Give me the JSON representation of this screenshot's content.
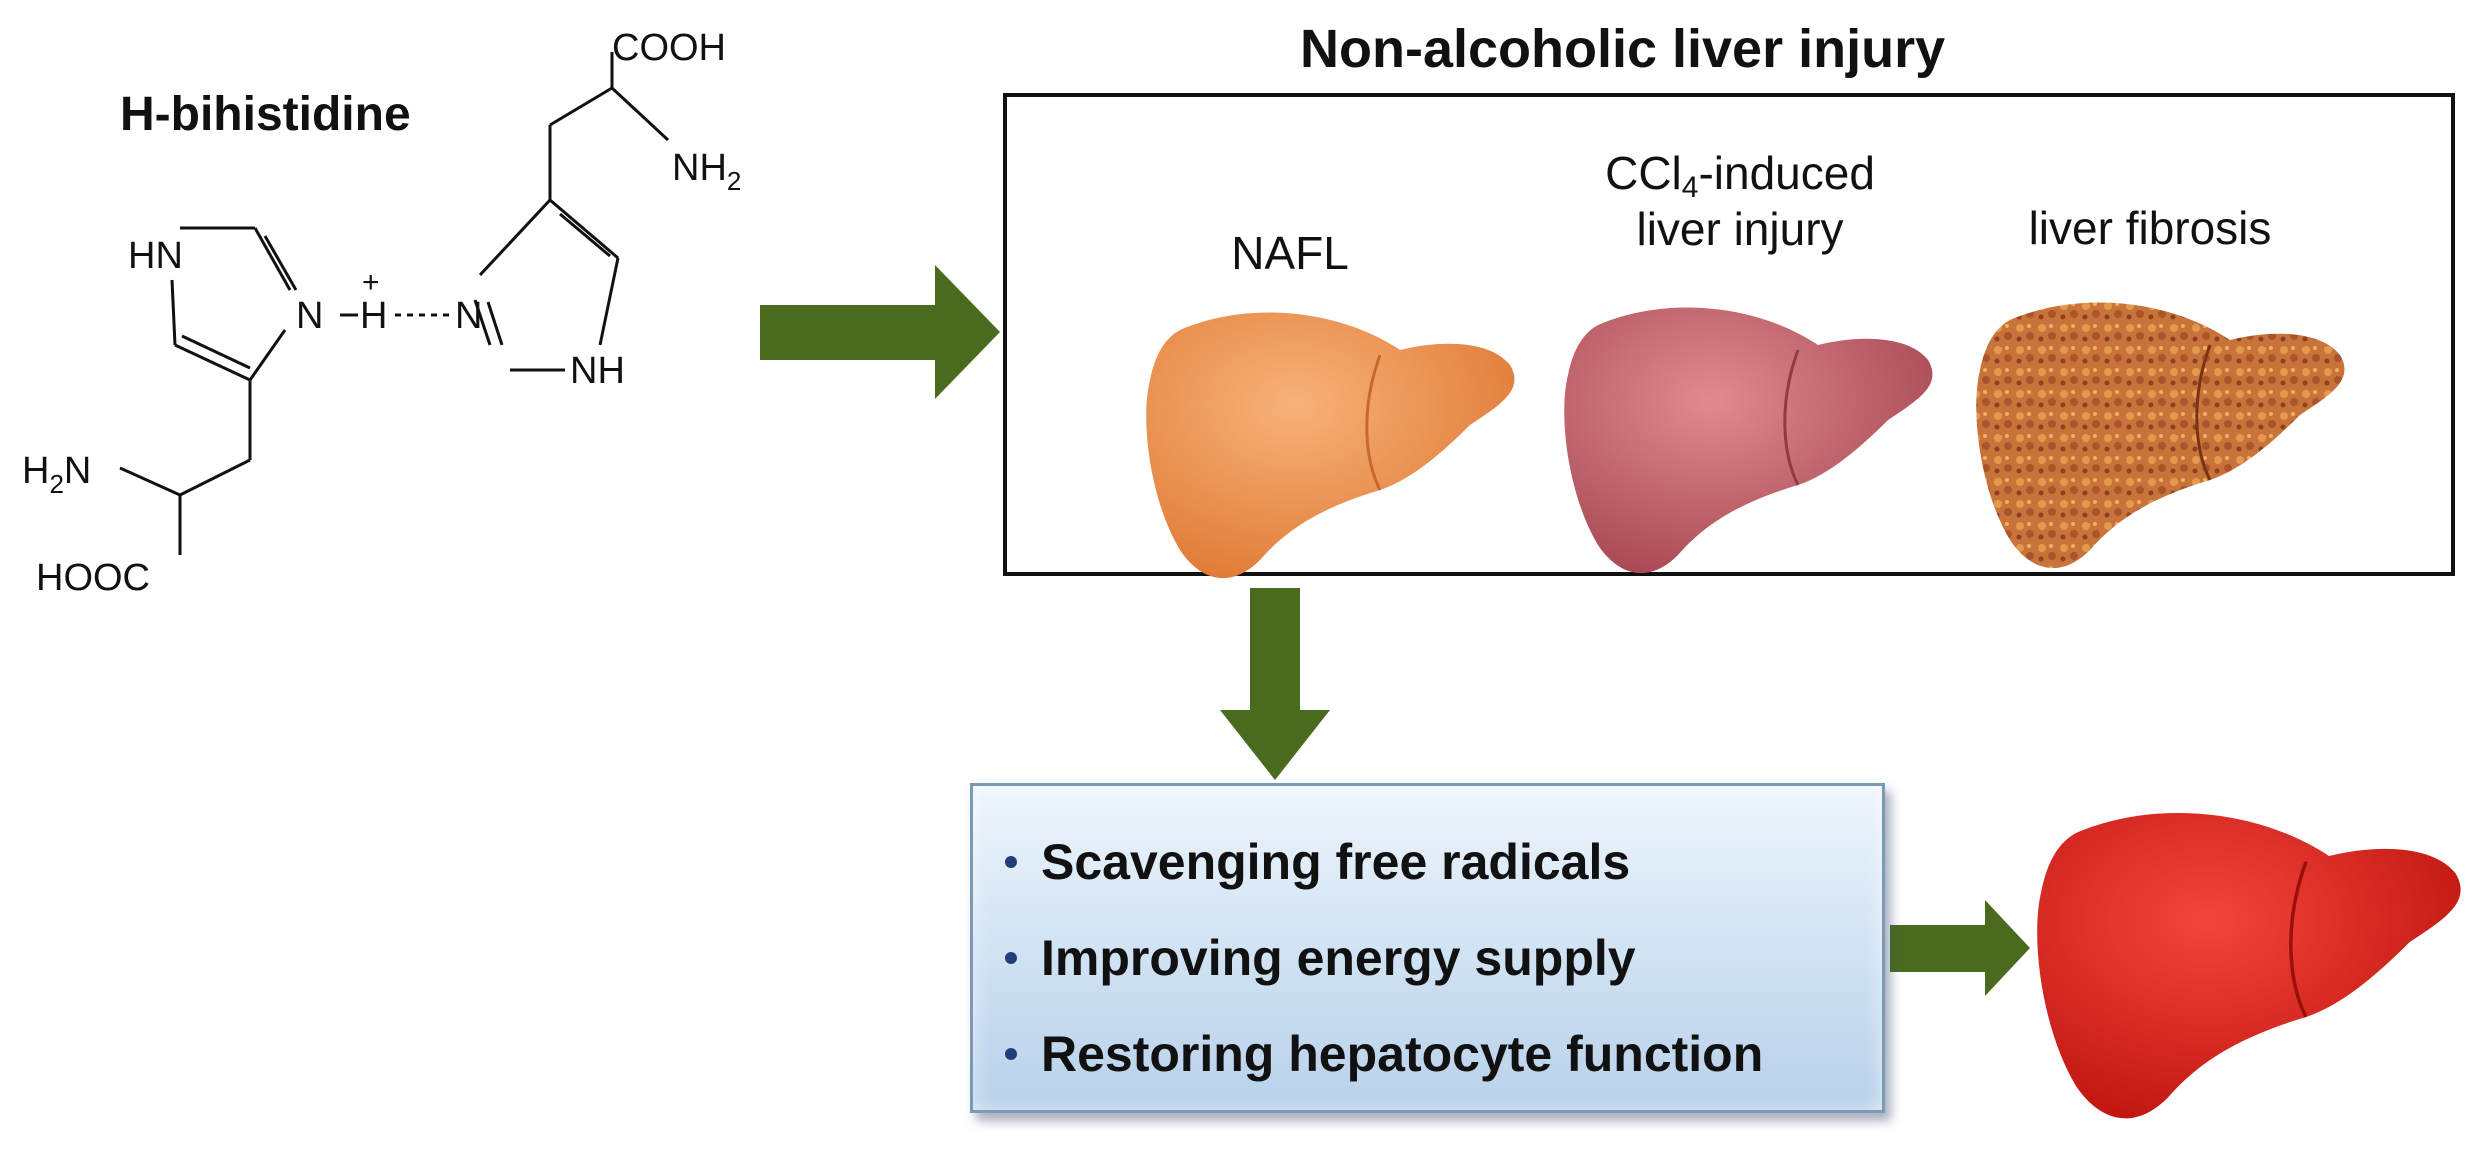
{
  "molecule": {
    "title": "H-bihistidine",
    "labels": {
      "cooh_top": "COOH",
      "nh2_top": "NH",
      "nh2_top_sub": "2",
      "hn_left": "HN",
      "n_left": "N",
      "h_center": "H",
      "plus": "+",
      "n_right": "N",
      "nh_right": "NH",
      "h2n_left": "H",
      "h2n_left_sub": "2",
      "h2n_left_n": "N",
      "hooc_bottom": "HOOC"
    }
  },
  "injury": {
    "title": "Non-alcoholic  liver injury",
    "stages": {
      "nafl": "NAFL",
      "ccl4_line1_prefix": "CCl",
      "ccl4_sub": "4",
      "ccl4_line1_suffix": "-induced",
      "ccl4_line2": "liver injury",
      "fibrosis": "liver fibrosis"
    }
  },
  "effects": [
    "Scavenging free radicals",
    "Improving energy supply",
    "Restoring hepatocyte function"
  ],
  "colors": {
    "arrow": "#4a6b1e",
    "nafl_liver": "#f0954f",
    "ccl4_liver": "#c86a72",
    "fibrosis_liver": "#c8733a",
    "healthy_liver": "#e3231d"
  }
}
